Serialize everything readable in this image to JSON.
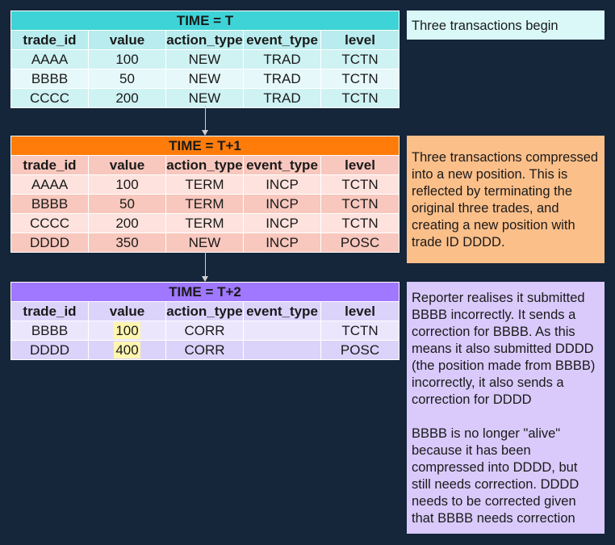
{
  "columns": [
    "trade_id",
    "value",
    "action_type",
    "event_type",
    "level"
  ],
  "tables": [
    {
      "title": "TIME = T",
      "rows": [
        [
          "AAAA",
          "100",
          "NEW",
          "TRAD",
          "TCTN"
        ],
        [
          "BBBB",
          "50",
          "NEW",
          "TRAD",
          "TCTN"
        ],
        [
          "CCCC",
          "200",
          "NEW",
          "TRAD",
          "TCTN"
        ]
      ]
    },
    {
      "title": "TIME = T+1",
      "rows": [
        [
          "AAAA",
          "100",
          "TERM",
          "INCP",
          "TCTN"
        ],
        [
          "BBBB",
          "50",
          "TERM",
          "INCP",
          "TCTN"
        ],
        [
          "CCCC",
          "200",
          "TERM",
          "INCP",
          "TCTN"
        ],
        [
          "DDDD",
          "350",
          "NEW",
          "INCP",
          "POSC"
        ]
      ]
    },
    {
      "title": "TIME = T+2",
      "rows": [
        [
          "BBBB",
          "100",
          "CORR",
          "",
          "TCTN"
        ],
        [
          "DDDD",
          "400",
          "CORR",
          "",
          "POSC"
        ]
      ]
    }
  ],
  "notes": {
    "n1": "Three transactions begin",
    "n2": "Three transactions compressed into a new position. This is reflected by terminating the original three trades, and creating a new position with trade ID DDDD.",
    "n3_p1": "Reporter realises it submitted BBBB incorrectly. It sends a correction for BBBB. As this means it also submitted DDDD (the position made from BBBB) incorrectly, it also sends a correction for DDDD",
    "n3_p2": "BBBB is no longer \"alive\" because it has been compressed into DDDD, but still needs correction. DDDD needs to be corrected given that BBBB needs correction"
  },
  "colors": {
    "background": "#15253a",
    "t_title": "#3ed3d6",
    "t1_title": "#ff7c0a",
    "t2_title": "#9f78ff",
    "highlight": "#fff6b0"
  }
}
